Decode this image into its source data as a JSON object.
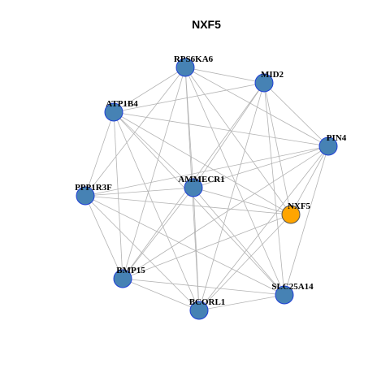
{
  "title": "NXF5",
  "colors": {
    "node_fill": "#4682B4",
    "node_stroke": "#1f3fd6",
    "center_fill": "#FFA500",
    "center_stroke": "#555555",
    "edge": "#b3b3b3"
  },
  "nodes": [
    {
      "id": "RPS6KA6",
      "label": "RPS6KA6"
    },
    {
      "id": "MID2",
      "label": "MID2"
    },
    {
      "id": "ATP1B4",
      "label": "ATP1B4"
    },
    {
      "id": "PIN4",
      "label": "PIN4"
    },
    {
      "id": "AMMECR1",
      "label": "AMMECR1"
    },
    {
      "id": "PPP1R3F",
      "label": "PPP1R3F"
    },
    {
      "id": "NXF5",
      "label": "NXF5",
      "center": true
    },
    {
      "id": "BMP15",
      "label": "BMP15"
    },
    {
      "id": "SLC25A14",
      "label": "SLC25A14"
    },
    {
      "id": "BCORL1",
      "label": "BCORL1"
    }
  ],
  "edges": [
    [
      "RPS6KA6",
      "MID2"
    ],
    [
      "RPS6KA6",
      "ATP1B4"
    ],
    [
      "RPS6KA6",
      "PIN4"
    ],
    [
      "RPS6KA6",
      "AMMECR1"
    ],
    [
      "RPS6KA6",
      "PPP1R3F"
    ],
    [
      "RPS6KA6",
      "NXF5"
    ],
    [
      "RPS6KA6",
      "BMP15"
    ],
    [
      "RPS6KA6",
      "SLC25A14"
    ],
    [
      "RPS6KA6",
      "BCORL1"
    ],
    [
      "MID2",
      "ATP1B4"
    ],
    [
      "MID2",
      "PIN4"
    ],
    [
      "MID2",
      "AMMECR1"
    ],
    [
      "MID2",
      "NXF5"
    ],
    [
      "MID2",
      "BMP15"
    ],
    [
      "MID2",
      "SLC25A14"
    ],
    [
      "MID2",
      "BCORL1"
    ],
    [
      "ATP1B4",
      "PIN4"
    ],
    [
      "ATP1B4",
      "AMMECR1"
    ],
    [
      "ATP1B4",
      "PPP1R3F"
    ],
    [
      "ATP1B4",
      "NXF5"
    ],
    [
      "ATP1B4",
      "BMP15"
    ],
    [
      "ATP1B4",
      "SLC25A14"
    ],
    [
      "ATP1B4",
      "BCORL1"
    ],
    [
      "PIN4",
      "AMMECR1"
    ],
    [
      "PIN4",
      "PPP1R3F"
    ],
    [
      "PIN4",
      "NXF5"
    ],
    [
      "PIN4",
      "BMP15"
    ],
    [
      "PIN4",
      "SLC25A14"
    ],
    [
      "PIN4",
      "BCORL1"
    ],
    [
      "AMMECR1",
      "PPP1R3F"
    ],
    [
      "AMMECR1",
      "NXF5"
    ],
    [
      "AMMECR1",
      "BMP15"
    ],
    [
      "AMMECR1",
      "SLC25A14"
    ],
    [
      "AMMECR1",
      "BCORL1"
    ],
    [
      "PPP1R3F",
      "NXF5"
    ],
    [
      "PPP1R3F",
      "BMP15"
    ],
    [
      "PPP1R3F",
      "SLC25A14"
    ],
    [
      "PPP1R3F",
      "BCORL1"
    ],
    [
      "NXF5",
      "BMP15"
    ],
    [
      "NXF5",
      "BCORL1"
    ],
    [
      "BMP15",
      "SLC25A14"
    ],
    [
      "BMP15",
      "BCORL1"
    ],
    [
      "SLC25A14",
      "BCORL1"
    ]
  ]
}
